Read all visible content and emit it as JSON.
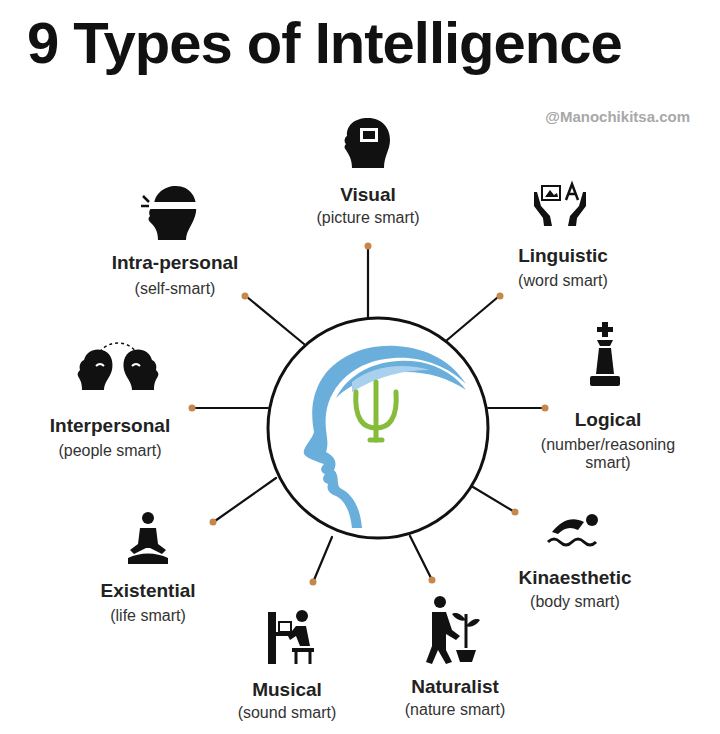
{
  "diagram": {
    "title": "9 Types of Intelligence",
    "labels": [
      "@Manochikitsa.com",
      "Visual",
      "(picture smart)",
      "Linguistic",
      "(word smart)",
      "Logical",
      "(number/reasoning smart)",
      "Kinaesthetic",
      "(body smart)",
      "Naturalist",
      "(nature smart)",
      "Musical",
      "(sound smart)",
      "Existential",
      "(life smart)",
      "Interpersonal",
      "(people smart)",
      "Intra-personal",
      "(self-smart)"
    ]
  }
}
